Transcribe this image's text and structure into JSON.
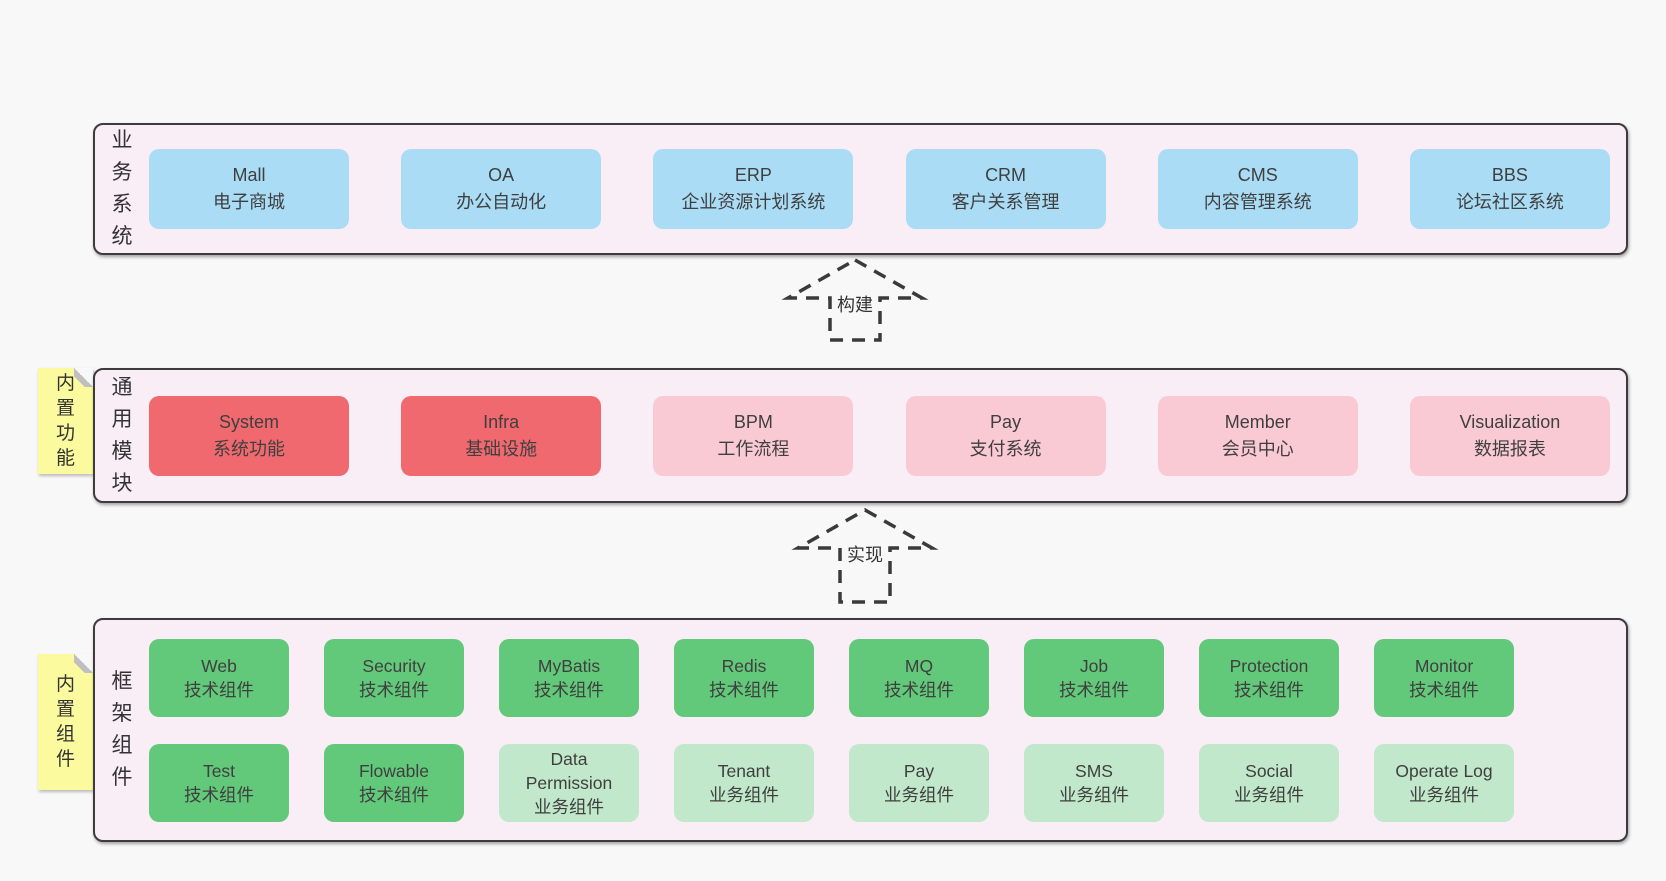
{
  "colors": {
    "page_bg": "#f8f8f8",
    "band_bg": "#f9edf6",
    "band_border": "#3c3c3c",
    "blue_box": "#aadcf6",
    "red_box": "#f0696e",
    "pink_box": "#facad4",
    "green_box": "#63c97a",
    "light_green_box": "#c1e8ca",
    "sticky_yellow": "#fbfa9e",
    "text": "#3f3f3f"
  },
  "arrows": [
    {
      "label": "构建"
    },
    {
      "label": "实现"
    }
  ],
  "bands": [
    {
      "label": "业务系统",
      "boxes": [
        {
          "title": "Mall",
          "subtitle": "电子商城"
        },
        {
          "title": "OA",
          "subtitle": "办公自动化"
        },
        {
          "title": "ERP",
          "subtitle": "企业资源计划系统"
        },
        {
          "title": "CRM",
          "subtitle": "客户关系管理"
        },
        {
          "title": "CMS",
          "subtitle": "内容管理系统"
        },
        {
          "title": "BBS",
          "subtitle": "论坛社区系统"
        }
      ]
    },
    {
      "label": "通用模块",
      "sticky": "内置功能",
      "boxes": [
        {
          "title": "System",
          "subtitle": "系统功能"
        },
        {
          "title": "Infra",
          "subtitle": "基础设施"
        },
        {
          "title": "BPM",
          "subtitle": "工作流程"
        },
        {
          "title": "Pay",
          "subtitle": "支付系统"
        },
        {
          "title": "Member",
          "subtitle": "会员中心"
        },
        {
          "title": "Visualization",
          "subtitle": "数据报表"
        }
      ]
    },
    {
      "label": "框架组件",
      "sticky": "内置组件",
      "row1": [
        {
          "title": "Web",
          "subtitle": "技术组件"
        },
        {
          "title": "Security",
          "subtitle": "技术组件"
        },
        {
          "title": "MyBatis",
          "subtitle": "技术组件"
        },
        {
          "title": "Redis",
          "subtitle": "技术组件"
        },
        {
          "title": "MQ",
          "subtitle": "技术组件"
        },
        {
          "title": "Job",
          "subtitle": "技术组件"
        },
        {
          "title": "Protection",
          "subtitle": "技术组件"
        },
        {
          "title": "Monitor",
          "subtitle": "技术组件"
        }
      ],
      "row2": [
        {
          "title": "Test",
          "subtitle": "技术组件"
        },
        {
          "title": "Flowable",
          "subtitle": "技术组件"
        },
        {
          "title": "Data Permission",
          "subtitle": "业务组件"
        },
        {
          "title": "Tenant",
          "subtitle": "业务组件"
        },
        {
          "title": "Pay",
          "subtitle": "业务组件"
        },
        {
          "title": "SMS",
          "subtitle": "业务组件"
        },
        {
          "title": "Social",
          "subtitle": "业务组件"
        },
        {
          "title": "Operate Log",
          "subtitle": "业务组件"
        }
      ]
    }
  ]
}
